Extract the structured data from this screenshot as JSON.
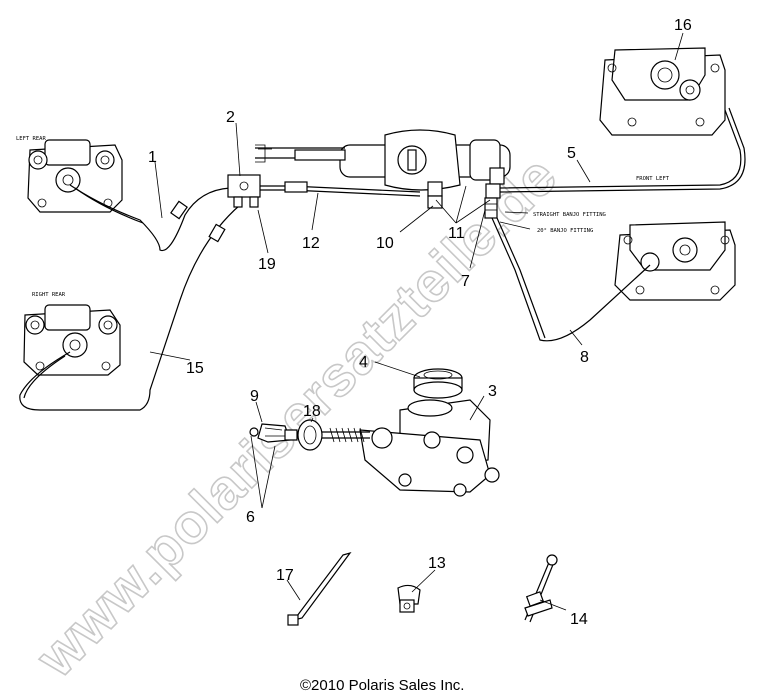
{
  "labels": {
    "n1": "1",
    "n2": "2",
    "n3": "3",
    "n4": "4",
    "n5": "5",
    "n6": "6",
    "n7": "7",
    "n8": "8",
    "n9": "9",
    "n10": "10",
    "n11": "11",
    "n12": "12",
    "n13": "13",
    "n14": "14",
    "n15": "15",
    "n16": "16",
    "n17": "17",
    "n18": "18",
    "n19": "19"
  },
  "small_text": {
    "left_rear": "LEFT REAR",
    "right_rear": "RIGHT REAR",
    "front_left": "FRONT LEFT",
    "straight_banjo": "STRAIGHT BANJO FITTING",
    "banjo_fitting_2": "20° BANJO FITTING"
  },
  "watermark": "www.polarisersatzteile.de",
  "copyright": "©2010 Polaris Sales Inc."
}
